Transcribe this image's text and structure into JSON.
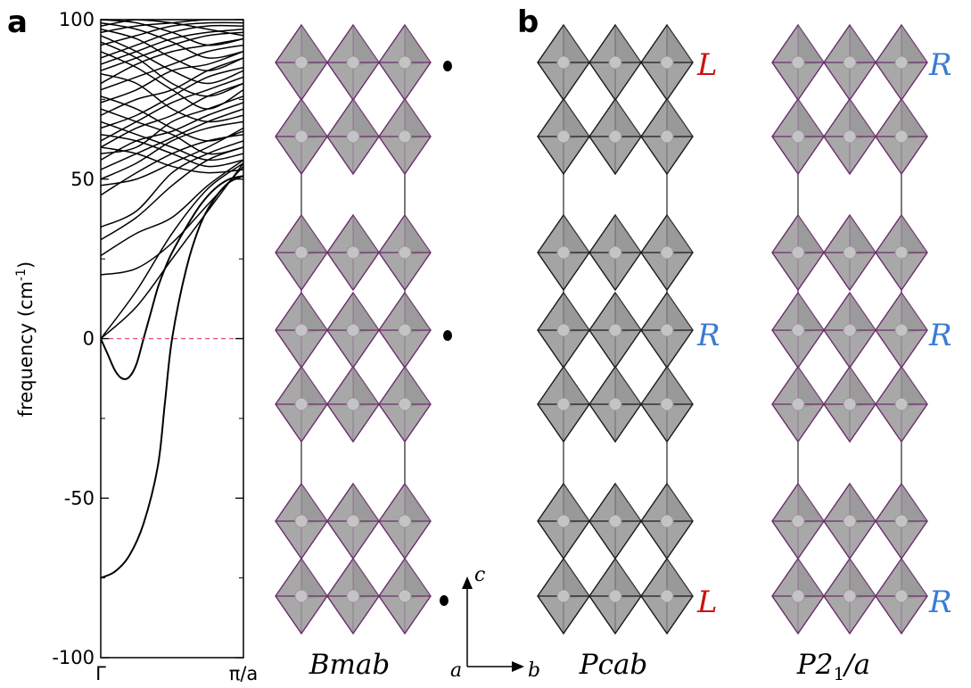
{
  "panels": {
    "a": "a",
    "b": "b"
  },
  "chart_data": {
    "type": "line",
    "ylabel": "frequency (cm-1)",
    "ylabel_main": "frequency (cm",
    "ylabel_sup": "-1",
    "ylabel_close": ")",
    "xlabel": "",
    "ylim": [
      -100,
      100
    ],
    "xlim": [
      0,
      1
    ],
    "y_ticks": [
      -100,
      -50,
      0,
      50,
      100
    ],
    "y_tick_labels": [
      "-100",
      "-50",
      "0",
      "50",
      "100"
    ],
    "x_tick_labels": [
      "Γ",
      "π/a"
    ],
    "zero_line": {
      "y": 0,
      "color": "#e0457b",
      "dashed": true
    },
    "series": [
      {
        "x": [
          0,
          0.1,
          0.2,
          0.3,
          0.4,
          0.45,
          0.5,
          0.6,
          0.7,
          0.8,
          0.9,
          1.0
        ],
        "y": [
          -75,
          -73,
          -68,
          -58,
          -40,
          -20,
          0,
          22,
          36,
          44,
          49,
          51
        ]
      },
      {
        "x": [
          0,
          0.05,
          0.1,
          0.15,
          0.2,
          0.25,
          0.3,
          0.35,
          0.4,
          0.45,
          0.5,
          0.6,
          0.7,
          0.8,
          0.9,
          1.0
        ],
        "y": [
          0,
          -5,
          -10,
          -12.5,
          -12,
          -8,
          0,
          8,
          16,
          22,
          27,
          35,
          42,
          47,
          50,
          51
        ]
      },
      {
        "x": [
          0,
          0.25,
          0.5,
          0.75,
          1.0
        ],
        "y": [
          0,
          10,
          25,
          40,
          55
        ]
      },
      {
        "x": [
          0,
          0.25,
          0.5,
          0.75,
          1.0
        ],
        "y": [
          0,
          15,
          33,
          47,
          55
        ]
      },
      {
        "x": [
          0,
          0.25,
          0.5,
          0.75,
          1.0
        ],
        "y": [
          20,
          22,
          30,
          42,
          54
        ]
      },
      {
        "x": [
          0,
          0.25,
          0.5,
          0.75,
          1.0
        ],
        "y": [
          26,
          33,
          38,
          48,
          56
        ]
      },
      {
        "x": [
          0,
          0.25,
          0.5,
          0.75,
          1.0
        ],
        "y": [
          31,
          38,
          48,
          56,
          60
        ]
      },
      {
        "x": [
          0,
          0.25,
          0.5,
          0.75,
          1.0
        ],
        "y": [
          35,
          40,
          52,
          58,
          62
        ]
      },
      {
        "x": [
          0,
          0.25,
          0.5,
          0.75,
          1.0
        ],
        "y": [
          45,
          52,
          58,
          62,
          64
        ]
      },
      {
        "x": [
          0,
          0.25,
          0.5,
          0.75,
          1.0
        ],
        "y": [
          48,
          50,
          55,
          60,
          66
        ]
      },
      {
        "x": [
          0,
          0.25,
          0.5,
          0.75,
          1.0
        ],
        "y": [
          50,
          55,
          62,
          66,
          68
        ]
      },
      {
        "x": [
          0,
          0.25,
          0.5,
          0.75,
          1.0
        ],
        "y": [
          53,
          58,
          63,
          68,
          72
        ]
      },
      {
        "x": [
          0,
          0.25,
          0.5,
          0.75,
          1.0
        ],
        "y": [
          56,
          62,
          65,
          70,
          74
        ]
      },
      {
        "x": [
          0,
          0.25,
          0.5,
          0.75,
          1.0
        ],
        "y": [
          58,
          60,
          68,
          72,
          76
        ]
      },
      {
        "x": [
          0,
          0.25,
          0.5,
          0.75,
          1.0
        ],
        "y": [
          60,
          66,
          70,
          76,
          80
        ]
      },
      {
        "x": [
          0,
          0.25,
          0.5,
          0.75,
          1.0
        ],
        "y": [
          62,
          68,
          74,
          78,
          82
        ]
      },
      {
        "x": [
          0,
          0.25,
          0.5,
          0.75,
          1.0
        ],
        "y": [
          66,
          70,
          76,
          82,
          85
        ]
      },
      {
        "x": [
          0,
          0.25,
          0.5,
          0.75,
          1.0
        ],
        "y": [
          70,
          75,
          78,
          84,
          88
        ]
      },
      {
        "x": [
          0,
          0.25,
          0.5,
          0.75,
          1.0
        ],
        "y": [
          74,
          78,
          84,
          86,
          90
        ]
      },
      {
        "x": [
          0,
          0.25,
          0.5,
          0.75,
          1.0
        ],
        "y": [
          78,
          82,
          86,
          90,
          92
        ]
      },
      {
        "x": [
          0,
          0.25,
          0.5,
          0.75,
          1.0
        ],
        "y": [
          80,
          86,
          90,
          92,
          94
        ]
      },
      {
        "x": [
          0,
          0.25,
          0.5,
          0.75,
          1.0
        ],
        "y": [
          84,
          88,
          92,
          95,
          96
        ]
      },
      {
        "x": [
          0,
          0.25,
          0.5,
          0.75,
          1.0
        ],
        "y": [
          86,
          90,
          94,
          96,
          97
        ]
      },
      {
        "x": [
          0,
          0.25,
          0.5,
          0.75,
          1.0
        ],
        "y": [
          88,
          92,
          96,
          98,
          98
        ]
      },
      {
        "x": [
          0,
          0.25,
          0.5,
          0.75,
          1.0
        ],
        "y": [
          92,
          95,
          98,
          99,
          99
        ]
      },
      {
        "x": [
          0,
          0.25,
          0.5,
          0.75,
          1.0
        ],
        "y": [
          96,
          98,
          99,
          100,
          100
        ]
      },
      {
        "x": [
          0,
          0.25,
          0.5,
          0.75,
          1.0
        ],
        "y": [
          98,
          100,
          100,
          100,
          100
        ]
      },
      {
        "x": [
          0,
          0.25,
          0.5,
          0.75,
          1.0
        ],
        "y": [
          100,
          100,
          99,
          97,
          95
        ]
      },
      {
        "x": [
          0,
          0.25,
          0.5,
          0.75,
          1.0
        ],
        "y": [
          100,
          99,
          96,
          92,
          94
        ]
      },
      {
        "x": [
          0,
          0.25,
          0.5,
          0.75,
          1.0
        ],
        "y": [
          99,
          97,
          93,
          88,
          90
        ]
      },
      {
        "x": [
          0,
          0.25,
          0.5,
          0.75,
          1.0
        ],
        "y": [
          97,
          94,
          88,
          84,
          88
        ]
      },
      {
        "x": [
          0,
          0.25,
          0.5,
          0.75,
          1.0
        ],
        "y": [
          95,
          90,
          84,
          80,
          84
        ]
      },
      {
        "x": [
          0,
          0.25,
          0.5,
          0.75,
          1.0
        ],
        "y": [
          93,
          88,
          80,
          76,
          80
        ]
      },
      {
        "x": [
          0,
          0.25,
          0.5,
          0.75,
          1.0
        ],
        "y": [
          90,
          85,
          78,
          72,
          78
        ]
      },
      {
        "x": [
          0,
          0.25,
          0.5,
          0.75,
          1.0
        ],
        "y": [
          83,
          80,
          72,
          68,
          70
        ]
      },
      {
        "x": [
          0,
          0.25,
          0.5,
          0.75,
          1.0
        ],
        "y": [
          76,
          72,
          66,
          62,
          65
        ]
      },
      {
        "x": [
          0,
          0.25,
          0.5,
          0.75,
          1.0
        ],
        "y": [
          72,
          68,
          64,
          58,
          60
        ]
      },
      {
        "x": [
          0,
          0.25,
          0.5,
          0.75,
          1.0
        ],
        "y": [
          68,
          64,
          60,
          56,
          58
        ]
      },
      {
        "x": [
          0,
          0.25,
          0.5,
          0.75,
          1.0
        ],
        "y": [
          64,
          62,
          58,
          54,
          56
        ]
      },
      {
        "x": [
          0,
          0.25,
          0.5,
          0.75,
          1.0
        ],
        "y": [
          60,
          58,
          54,
          52,
          53
        ]
      }
    ]
  },
  "structures": [
    {
      "space_group": "Bmab",
      "edge_color": "#6b2d6b",
      "face_color": "#a8a8a8",
      "chirality": [
        "",
        "",
        ""
      ]
    },
    {
      "space_group": "Pcab",
      "edge_color": "#1a1a1a",
      "face_color": "#a4a4a4",
      "chirality": [
        "L",
        "R",
        "L"
      ]
    },
    {
      "space_group_main": "P2",
      "space_group_sub": "1",
      "space_group_tail": "/a",
      "edge_color": "#6b2d6b",
      "face_color": "#a8a8a8",
      "chirality": [
        "R",
        "R",
        "R"
      ]
    }
  ],
  "axes_indicator": {
    "vertical": "c",
    "origin": "a",
    "horizontal": "b"
  },
  "colors": {
    "chirality_L": "#cc1111",
    "chirality_R": "#3a7bd5"
  }
}
